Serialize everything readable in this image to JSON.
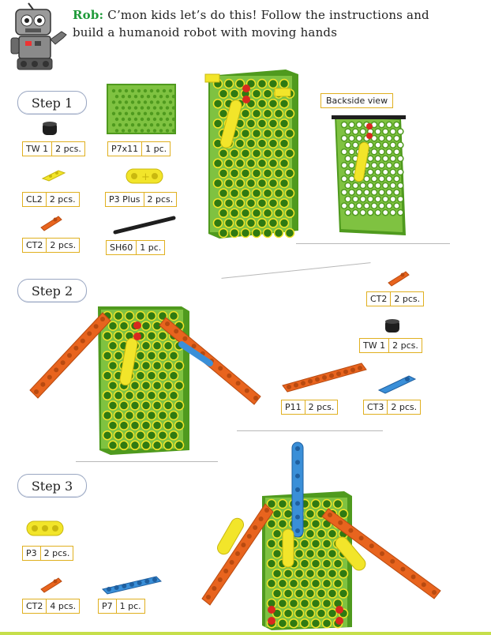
{
  "intro": {
    "speaker": "Rob:",
    "text": "C’mon kids let’s do this! Follow the instructions and build a humanoid robot with moving hands"
  },
  "steps": [
    {
      "label": "Step 1"
    },
    {
      "label": "Step 2"
    },
    {
      "label": "Step 3"
    }
  ],
  "parts": {
    "tw1_s1": {
      "name": "TW 1",
      "qty": "2 pcs."
    },
    "p7x11": {
      "name": "P7x11",
      "qty": "1 pc."
    },
    "cl2": {
      "name": "CL2",
      "qty": "2 pcs."
    },
    "p3plus": {
      "name": "P3 Plus",
      "qty": "2 pcs."
    },
    "ct2_s1": {
      "name": "CT2",
      "qty": "2 pcs."
    },
    "sh60": {
      "name": "SH60",
      "qty": "1 pc."
    },
    "ct2_s2": {
      "name": "CT2",
      "qty": "2 pcs."
    },
    "tw1_s2": {
      "name": "TW 1",
      "qty": "2 pcs."
    },
    "p11": {
      "name": "P11",
      "qty": "2 pcs."
    },
    "ct3": {
      "name": "CT3",
      "qty": "2 pcs."
    },
    "p3": {
      "name": "P3",
      "qty": "2 pcs."
    },
    "ct2_s3": {
      "name": "CT2",
      "qty": "4 pcs."
    },
    "p7": {
      "name": "P7",
      "qty": "1 pc."
    }
  },
  "backside_label": "Backside view",
  "colors": {
    "green": "#7fc241",
    "green_dark": "#4f9a1e",
    "yellow": "#f2e52a",
    "orange": "#e8641e",
    "red": "#d82a1e",
    "blue": "#3a8fd8",
    "black": "#222222",
    "speaker": "#1f9a3a",
    "tag_border": "#e0b020"
  }
}
